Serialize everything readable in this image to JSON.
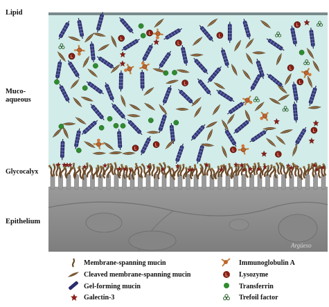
{
  "layers": {
    "lipid": "Lipid",
    "muco_aqueous": "Muco-\naqueous",
    "glycocalyx": "Glycocalyx",
    "epithelium": "Epithelium"
  },
  "signature": "Argüeso",
  "legend": {
    "left": [
      {
        "icon": "membrane-spanning-mucin-icon",
        "label": "Membrane-spanning mucin"
      },
      {
        "icon": "cleaved-mucin-icon",
        "label": "Cleaved membrane-spanning mucin"
      },
      {
        "icon": "gel-forming-mucin-icon",
        "label": "Gel-forming mucin"
      },
      {
        "icon": "galectin-icon",
        "label": "Galectin-3"
      }
    ],
    "right": [
      {
        "icon": "immunoglobulin-icon",
        "label": "Immunoglobulin A"
      },
      {
        "icon": "lysozyme-icon",
        "label": "Lysozyme"
      },
      {
        "icon": "transferrin-icon",
        "label": "Transferrin"
      },
      {
        "icon": "trefoil-icon",
        "label": "Trefoil factor"
      }
    ]
  },
  "colors": {
    "aqueous": "#d2ece9",
    "mucin_body": "#2a2d6b",
    "cleaved_mucin": "#7a5a36",
    "galectin": "#8c1e1a",
    "lysozyme": "#8a1f14",
    "transferrin": "#2f8c30",
    "epithelium": "#8e8e8e"
  }
}
